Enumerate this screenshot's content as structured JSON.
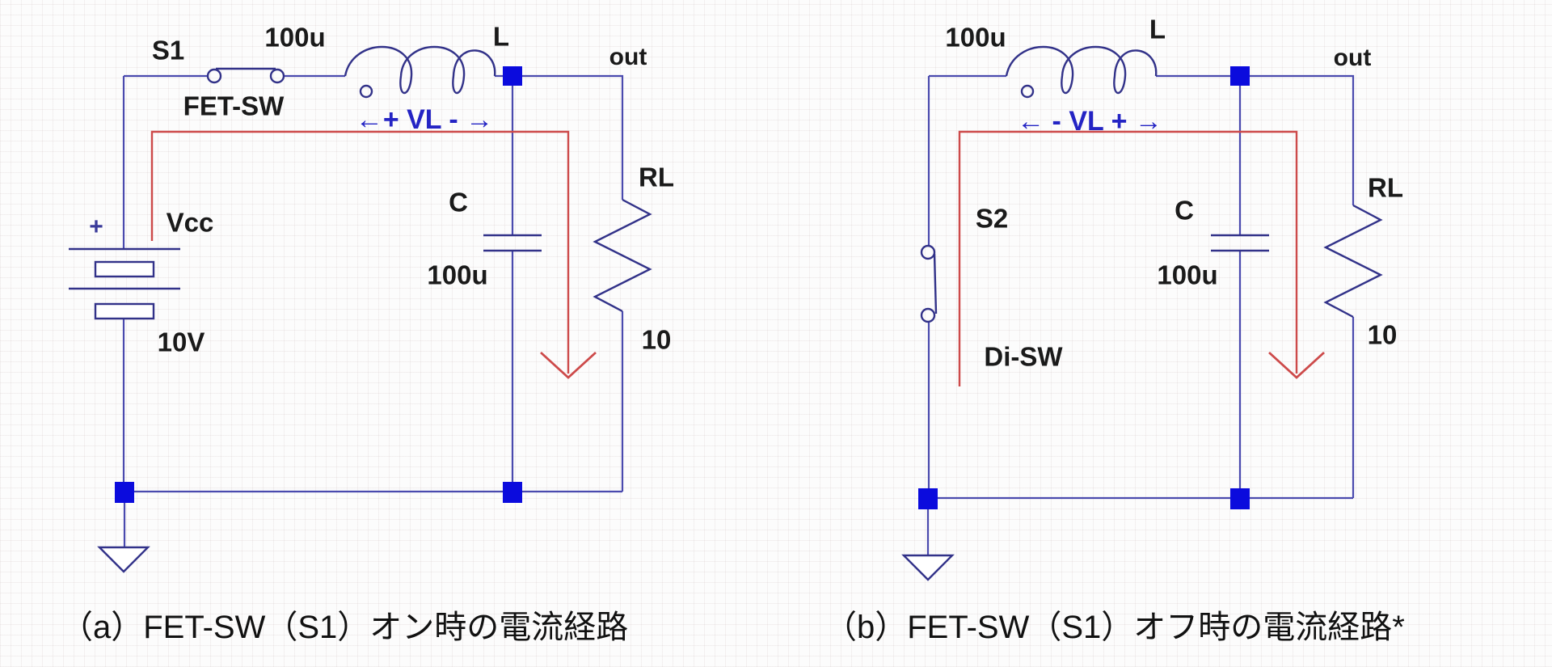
{
  "colors": {
    "wire_blue": "#4a4aae",
    "component_navy": "#323289",
    "node_blue": "#0b0bdd",
    "current_path_red": "#cd4a4a",
    "annotation_blue": "#2424c4",
    "label_black": "#1a1a1a"
  },
  "circuit_a": {
    "labels": {
      "switch_name": "S1",
      "switch_model": "FET-SW",
      "inductor_value": "100u",
      "inductor_name": "L",
      "out": "out",
      "vl_annotation": "←+ VL - →",
      "battery_plus": "+",
      "battery_name": "Vcc",
      "battery_value": "10V",
      "cap_name": "C",
      "cap_value": "100u",
      "resistor_name": "RL",
      "resistor_value": "10"
    },
    "caption": "（a）FET-SW（S1）オン時の電流経路"
  },
  "circuit_b": {
    "labels": {
      "switch_name": "S2",
      "switch_model": "Di-SW",
      "inductor_value": "100u",
      "inductor_name": "L",
      "out": "out",
      "vl_annotation": "← - VL + →",
      "cap_name": "C",
      "cap_value": "100u",
      "resistor_name": "RL",
      "resistor_value": "10"
    },
    "caption": "（b）FET-SW（S1）オフ時の電流経路*"
  }
}
